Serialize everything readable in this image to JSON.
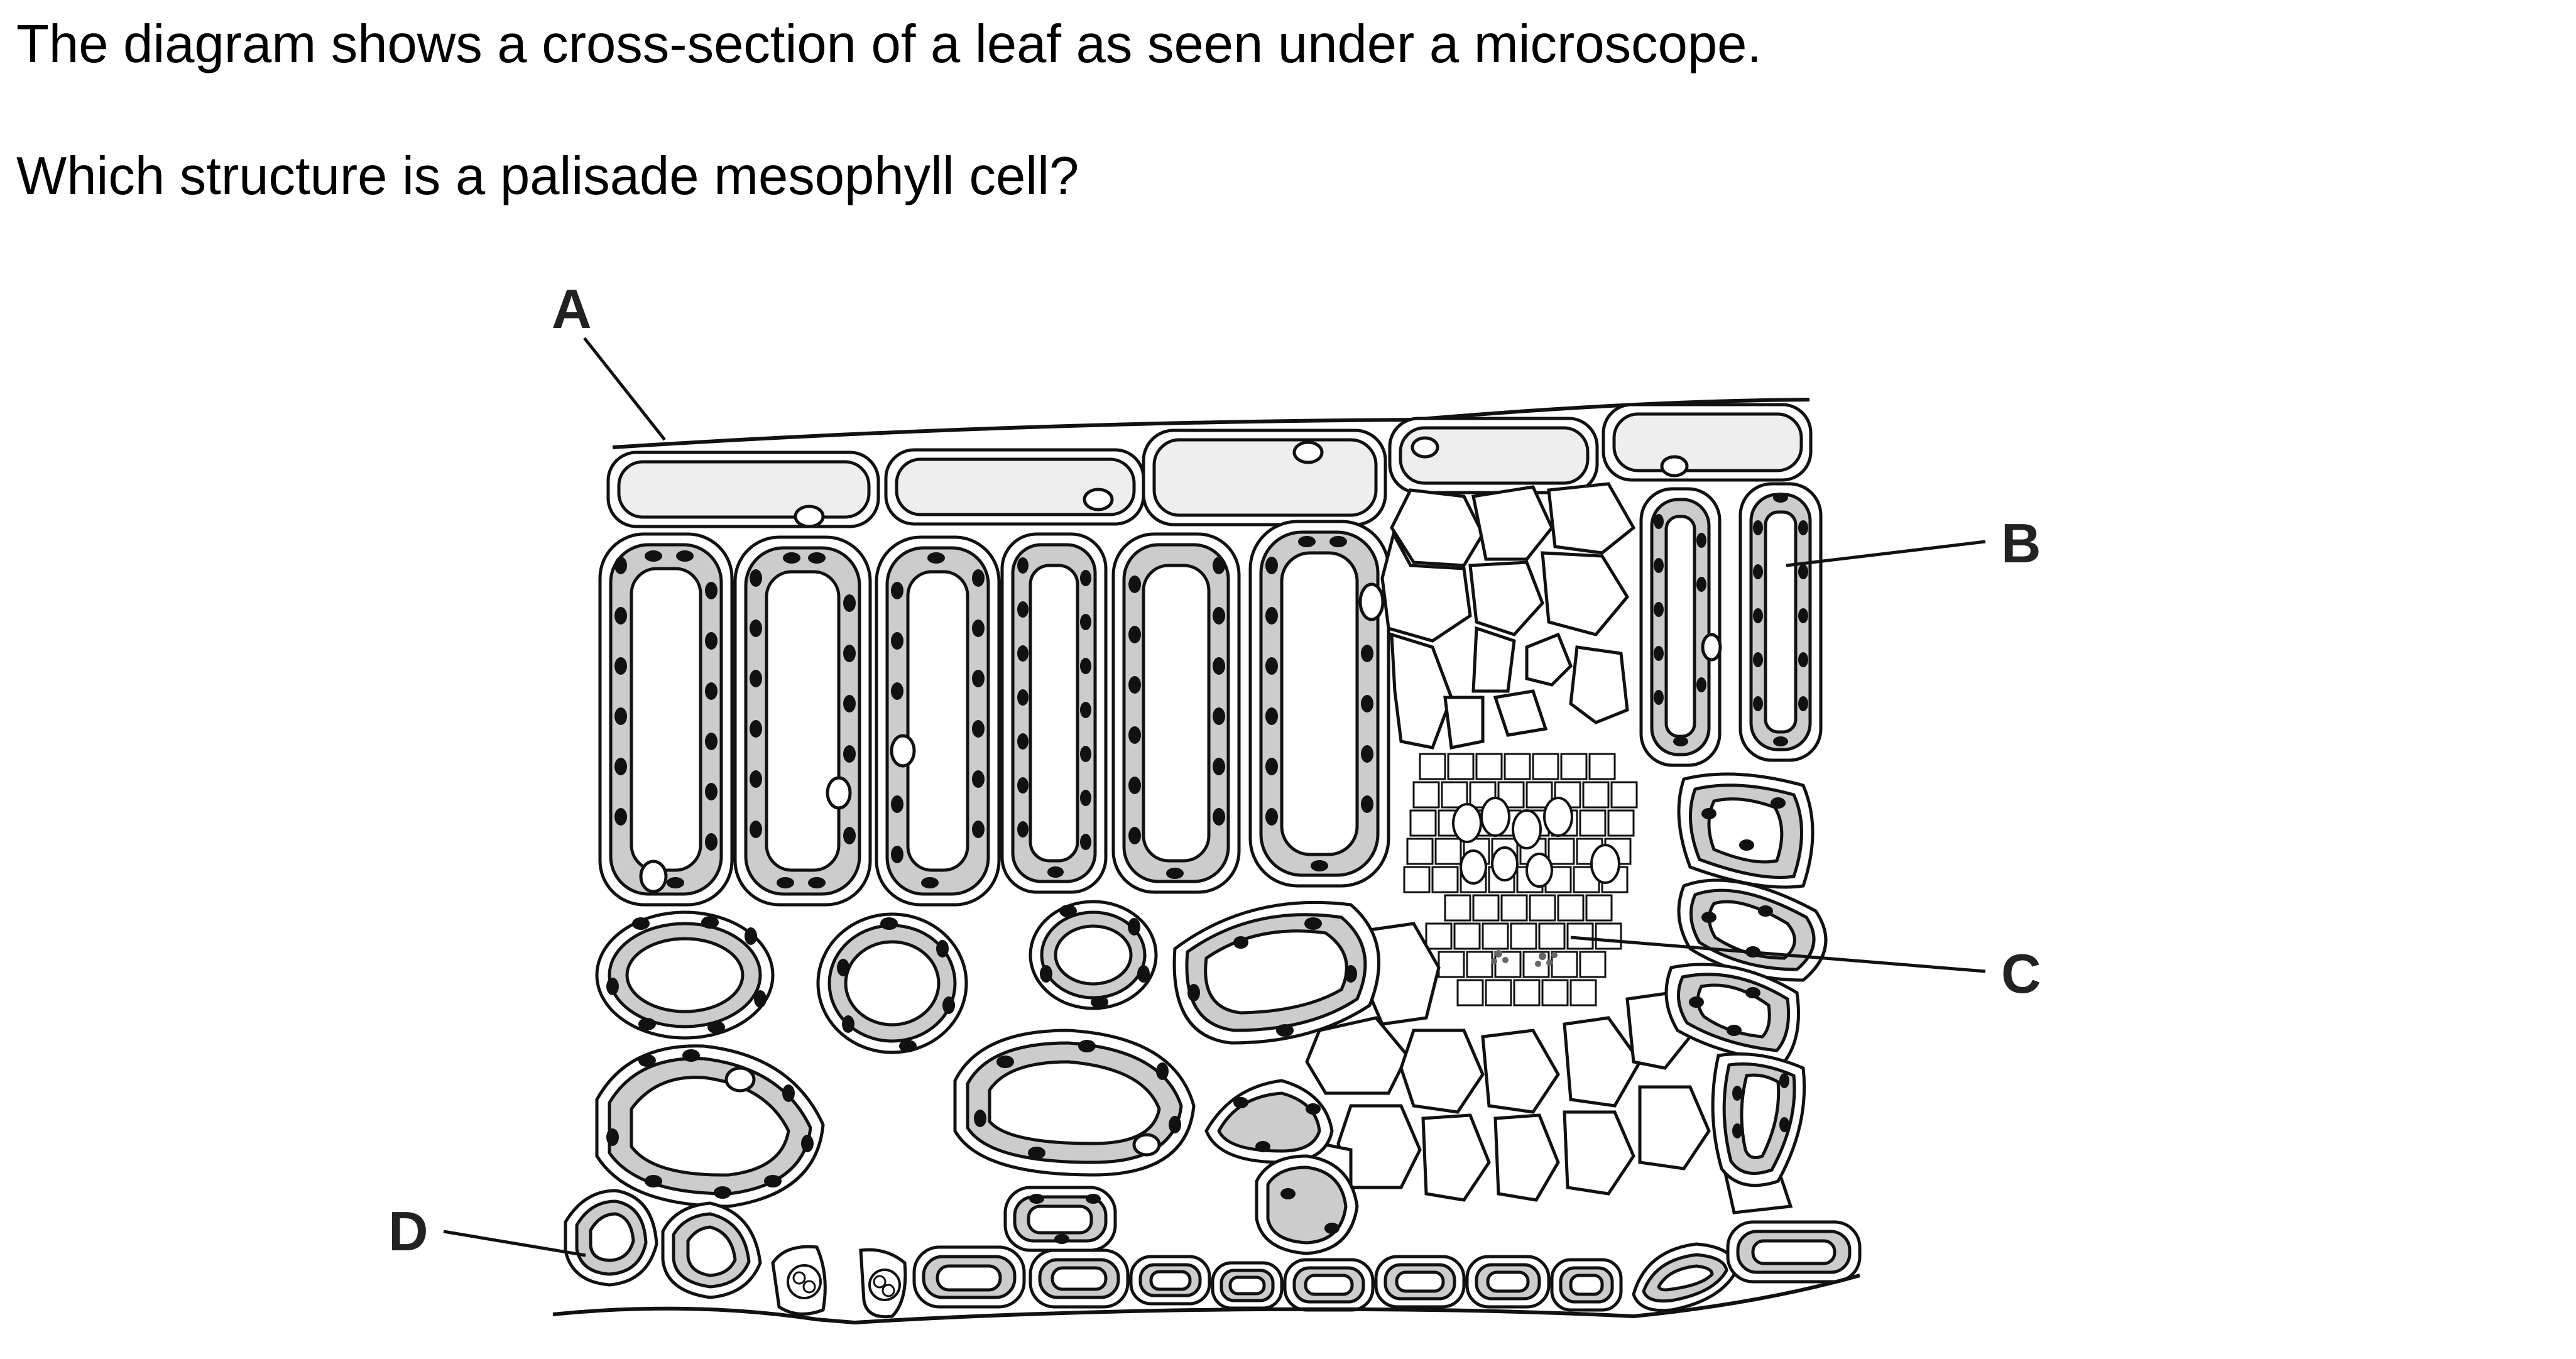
{
  "question": {
    "intro": "The diagram shows a cross-section of a leaf as seen under a microscope.",
    "prompt": "Which structure is a palisade mesophyll cell?"
  },
  "diagram": {
    "labels": {
      "a": "A",
      "b": "B",
      "c": "C",
      "d": "D"
    }
  },
  "colors": {
    "cytoplasm": "#cccccc",
    "chloroplast": "#111111",
    "outline": "#111111",
    "background": "#ffffff"
  }
}
